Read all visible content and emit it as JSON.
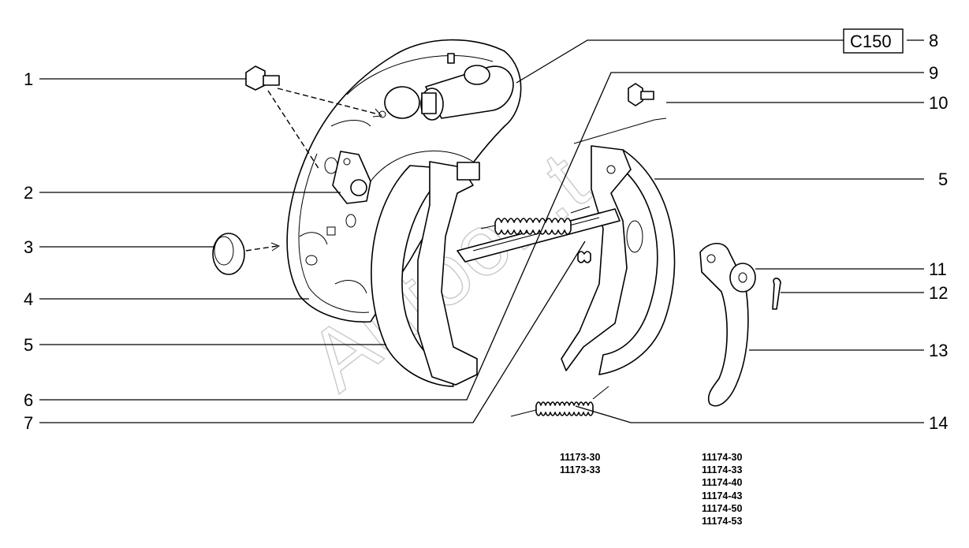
{
  "diagram": {
    "ref_code": "C150",
    "callouts_left": [
      "1",
      "2",
      "3",
      "4",
      "5",
      "6",
      "7"
    ],
    "callouts_right": [
      "8",
      "9",
      "10",
      "5",
      "11",
      "12",
      "13",
      "14"
    ],
    "watermark": "Autoo...t",
    "applicability": {
      "group_a": [
        "11173-30",
        "11173-33"
      ],
      "group_b": [
        "11174-30",
        "11174-33",
        "11174-40",
        "11174-43",
        "11174-50",
        "11174-53"
      ]
    }
  },
  "colors": {
    "ink": "#000000",
    "paper": "#ffffff",
    "watermark": "#c9c9c9"
  },
  "icons": {
    "1": "bolt-icon",
    "2": "bracket-icon",
    "3": "plug-icon",
    "4": "backing-plate-icon",
    "5": "brake-shoe-icon",
    "6": "spacer-bar-icon",
    "7": "spring-icon",
    "8": "wheel-cylinder-icon",
    "9": "spacer-bar-icon",
    "10": "pin-icon",
    "11": "washer-icon",
    "12": "cotter-pin-icon",
    "13": "lever-icon",
    "14": "spring-icon"
  }
}
